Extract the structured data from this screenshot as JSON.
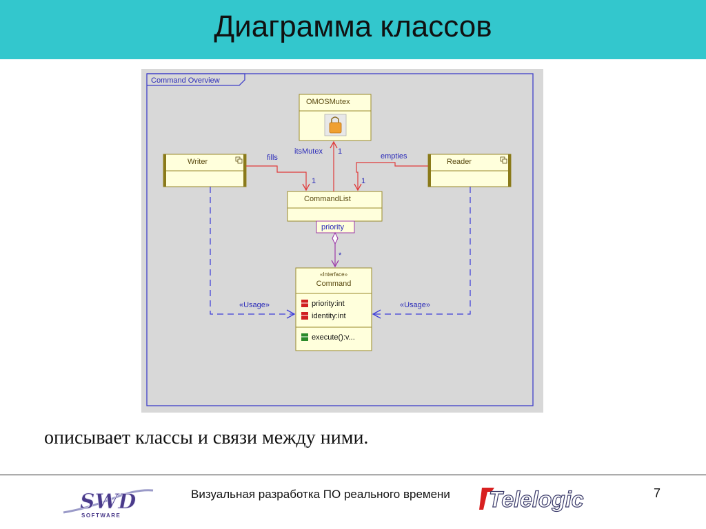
{
  "slide": {
    "title": "Диаграмма классов",
    "caption": "описывает классы и связи между ними.",
    "footer_text": "Визуальная разработка ПО реального времени",
    "page_number": "7",
    "logo_left_text": "SWD",
    "logo_left_sub": "SOFTWARE",
    "logo_right_text": "Telelogic"
  },
  "diagram": {
    "frame_label": "Command Overview",
    "classes": {
      "omosmutex": "OMOSMutex",
      "writer": "Writer",
      "reader": "Reader",
      "commandlist": "CommandList",
      "command_stereotype": "«Interface»",
      "command": "Command"
    },
    "qualifier": "priority",
    "attributes": [
      "priority:int",
      "identity:int"
    ],
    "operations": [
      "execute():v..."
    ],
    "labels": {
      "fills": "fills",
      "empties": "empties",
      "itsmutex": "itsMutex",
      "mult_mutex": "1",
      "mult_fills": "1",
      "mult_empties": "1",
      "mult_star": "*",
      "usage_left": "«Usage»",
      "usage_right": "«Usage»"
    },
    "colors": {
      "frame_border": "#3f3fc8",
      "class_fill": "#ffffdc",
      "class_border": "#9a8a2a",
      "association": "#e03a3a",
      "aggregation": "#9c3aa8",
      "dependency": "#3a3ad8",
      "text_blue": "#2a2ab8"
    }
  }
}
